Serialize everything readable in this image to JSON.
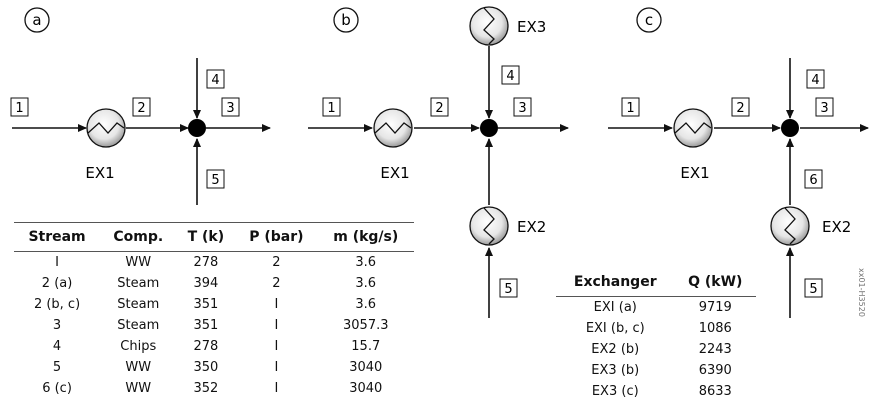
{
  "panels": [
    {
      "label": "a",
      "streams": [
        "1",
        "2",
        "3",
        "4",
        "5"
      ],
      "exchangers": [
        "EX1"
      ]
    },
    {
      "label": "b",
      "streams": [
        "1",
        "2",
        "3",
        "4",
        "5"
      ],
      "exchangers": [
        "EX1",
        "EX2",
        "EX3"
      ]
    },
    {
      "label": "c",
      "streams": [
        "1",
        "2",
        "3",
        "4",
        "5",
        "6"
      ],
      "exchangers": [
        "EX1",
        "EX2"
      ]
    }
  ],
  "stream_table": {
    "headers": [
      "Stream",
      "Comp.",
      "T (k)",
      "P (bar)",
      "m (kg/s)"
    ],
    "rows": [
      [
        "I",
        "WW",
        "278",
        "2",
        "3.6"
      ],
      [
        "2 (a)",
        "Steam",
        "394",
        "2",
        "3.6"
      ],
      [
        "2 (b, c)",
        "Steam",
        "351",
        "I",
        "3.6"
      ],
      [
        "3",
        "Steam",
        "351",
        "I",
        "3057.3"
      ],
      [
        "4",
        "Chips",
        "278",
        "I",
        "15.7"
      ],
      [
        "5",
        "WW",
        "350",
        "I",
        "3040"
      ],
      [
        "6 (c)",
        "WW",
        "352",
        "I",
        "3040"
      ]
    ]
  },
  "exchanger_table": {
    "headers": [
      "Exchanger",
      "Q (kW)"
    ],
    "rows": [
      [
        "EXI (a)",
        "9719"
      ],
      [
        "EXI (b, c)",
        "1086"
      ],
      [
        "EX2 (b)",
        "2243"
      ],
      [
        "EX3 (b)",
        "6390"
      ],
      [
        "EX3 (c)",
        "8633"
      ]
    ]
  },
  "watermark": "xx01-H3520"
}
